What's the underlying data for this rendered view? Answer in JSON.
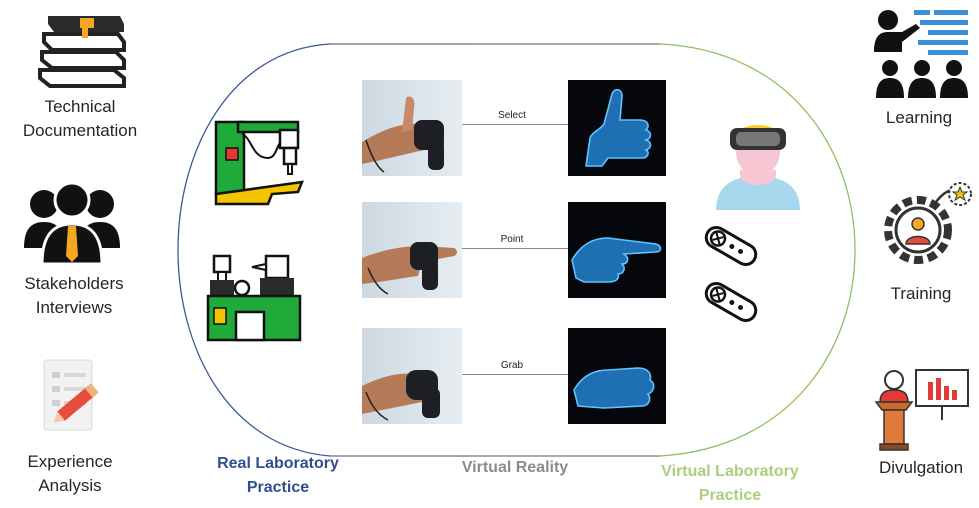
{
  "left_items": [
    {
      "icon": "books-icon",
      "label_line1": "Technical",
      "label_line2": "Documentation"
    },
    {
      "icon": "business-people-icon",
      "label_line1": "Stakeholders",
      "label_line2": "Interviews"
    },
    {
      "icon": "document-pencil-icon",
      "label_line1": "Experience",
      "label_line2": "Analysis"
    }
  ],
  "right_items": [
    {
      "icon": "classroom-presentation-icon",
      "label": "Learning"
    },
    {
      "icon": "gear-person-star-icon",
      "label": "Training"
    },
    {
      "icon": "speaker-podium-chart-icon",
      "label": "Divulgation"
    }
  ],
  "gestures": [
    "Select",
    "Point",
    "Grab"
  ],
  "sections": {
    "real_line1": "Real Laboratory",
    "real_line2": "Practice",
    "vr": "Virtual Reality",
    "virtual_line1": "Virtual Laboratory",
    "virtual_line2": "Practice"
  },
  "colors": {
    "real": "#2f4f8f",
    "vr": "#8c8c8c",
    "virtual": "#a9cf7c",
    "machine_green": "#1faa3a",
    "machine_yellow": "#f5c400",
    "avatar_blue": "#a8d8ee",
    "hologram": "#3aa0e8"
  }
}
